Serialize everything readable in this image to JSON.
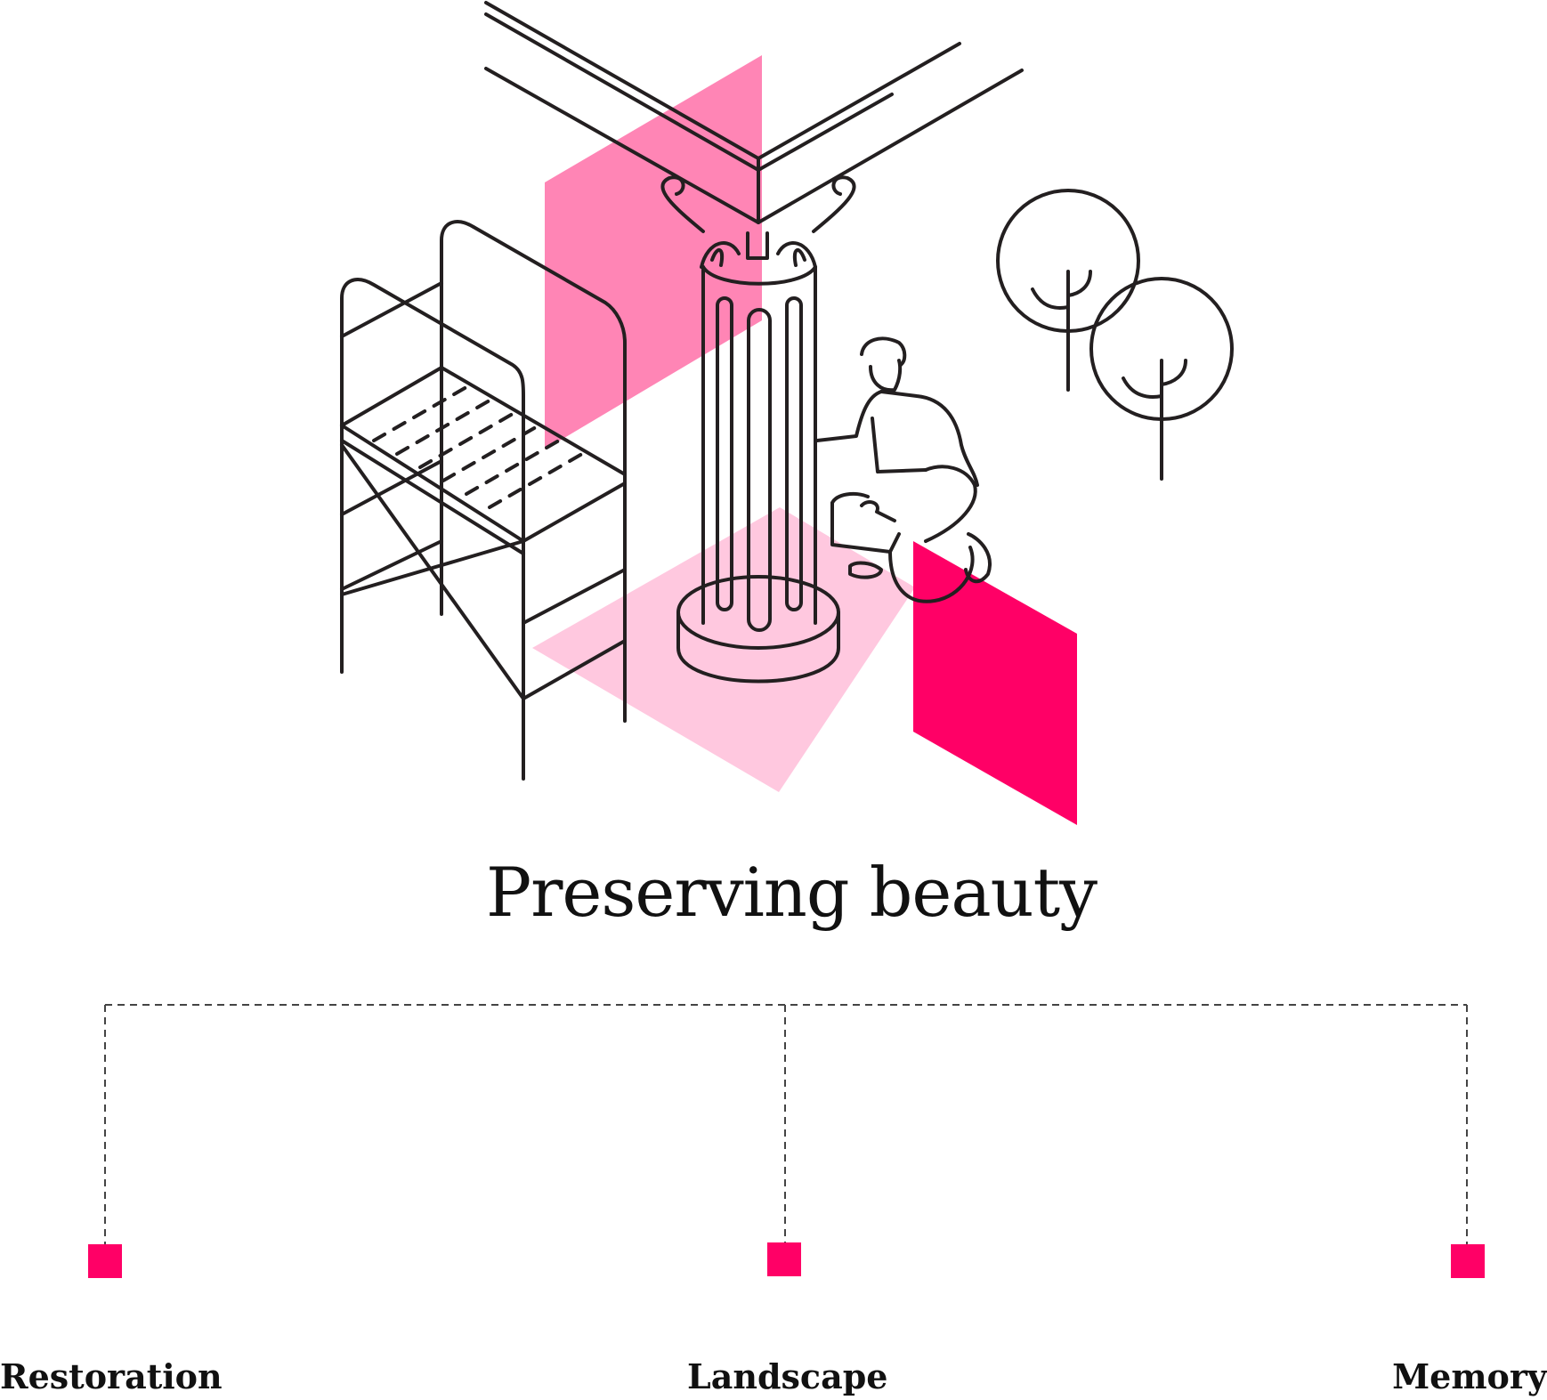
{
  "title": "Preserving beauty",
  "branches": [
    {
      "label": "Restoration"
    },
    {
      "label": "Landscape"
    },
    {
      "label": "Memory"
    }
  ],
  "colors": {
    "accent": "#ff0066",
    "accent_mid": "#ff85b5",
    "accent_light": "#ffc8df",
    "line": "#231f20"
  }
}
